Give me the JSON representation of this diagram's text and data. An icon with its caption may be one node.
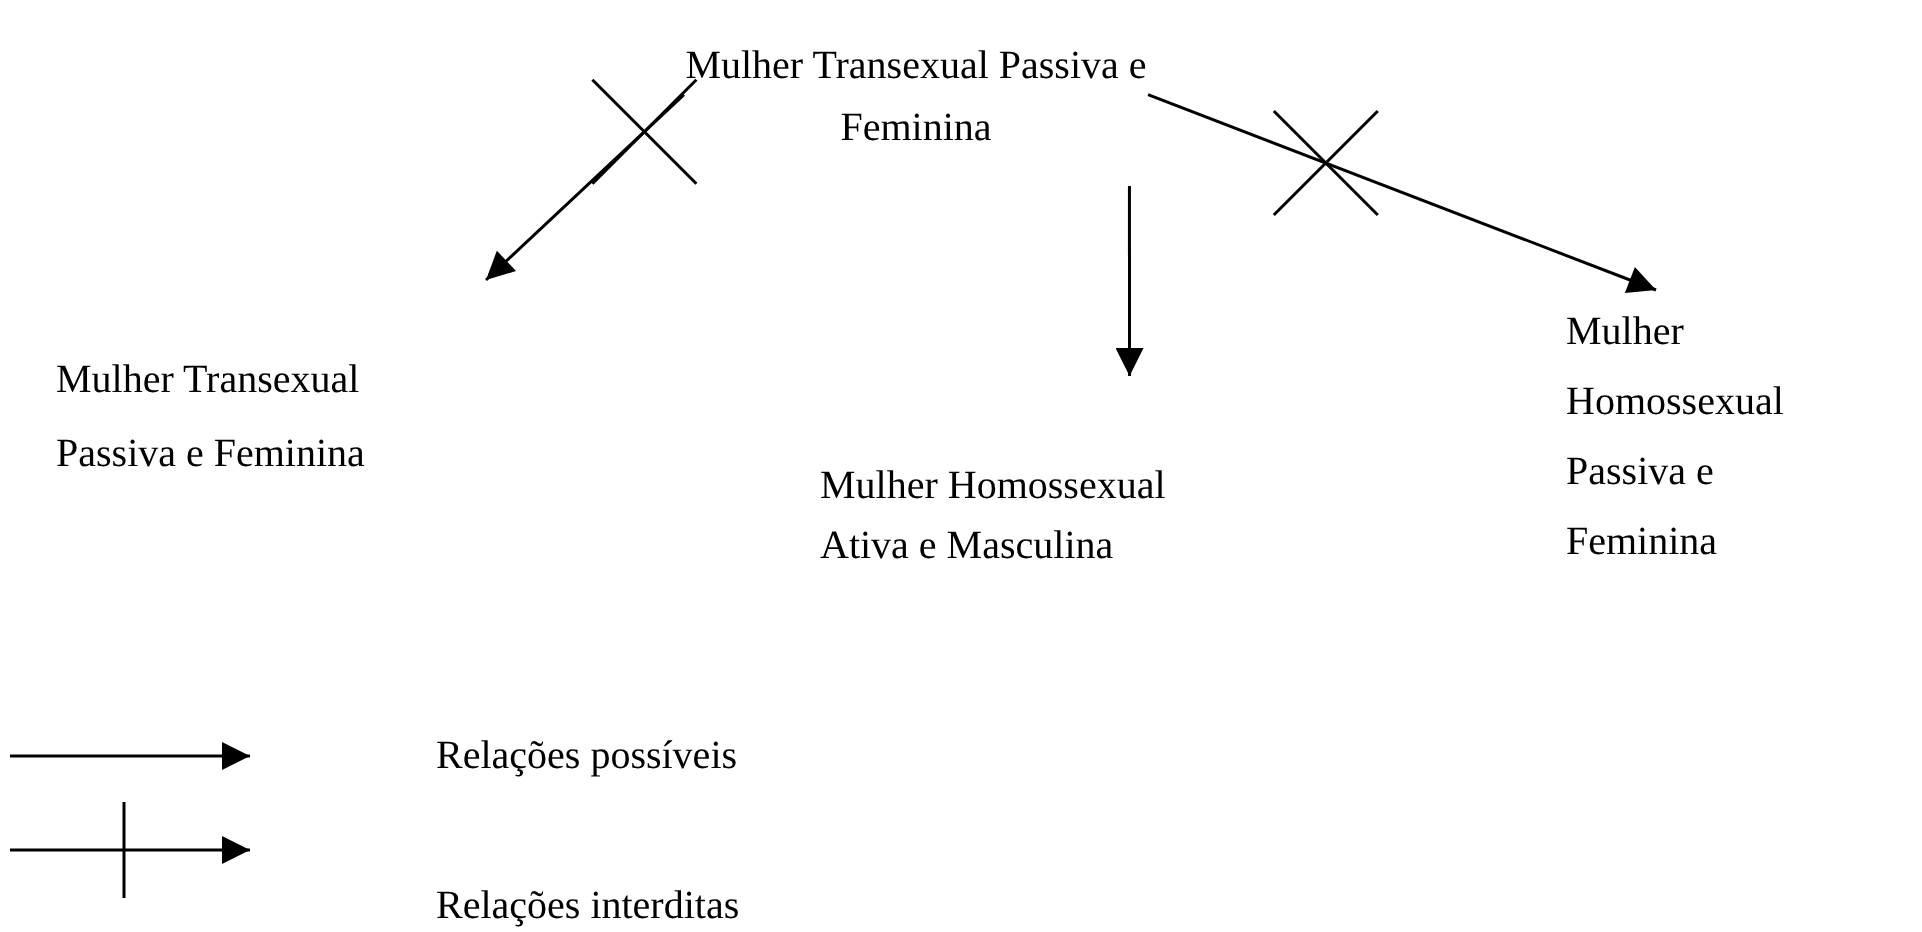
{
  "diagram": {
    "nodes": [
      {
        "text": [
          "Mulher Transexual Passiva e Feminina"
        ]
      },
      {
        "text": [
          "Mulher Transexual Passiva e Feminina"
        ]
      },
      {
        "text": [
          "Mulher Homossexual Ativa e Masculina"
        ]
      },
      {
        "text": [
          "Mulher Homossexual Passiva e Feminina"
        ]
      }
    ],
    "edges": [
      {
        "from": 0,
        "to": 1,
        "arrow": "to"
      },
      {
        "from": 0,
        "to": 2,
        "arrow": "to"
      },
      {
        "from": 0,
        "to": 3,
        "arrow": "to"
      }
    ],
    "legend": [
      {
        "text": "Relações possíveis"
      },
      {
        "text": "Relações interditas"
      }
    ]
  }
}
